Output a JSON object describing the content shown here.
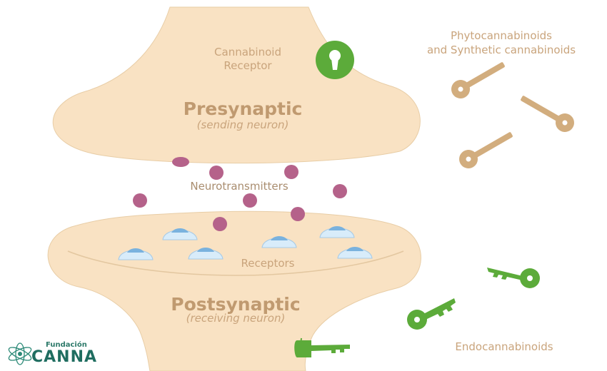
{
  "labels": {
    "cannabinoid_receptor": [
      "Cannabinoid",
      "Receptor"
    ],
    "phytocannabinoids": [
      "Phytocannabinoids",
      "and Synthetic cannabinoids"
    ],
    "presynaptic_title": "Presynaptic",
    "presynaptic_subtitle": "(sending neuron)",
    "neurotransmitters": "Neurotransmitters",
    "receptors": "Receptors",
    "postsynaptic_title": "Postsynaptic",
    "postsynaptic_subtitle": "(receiving neuron)",
    "endocannabinoids": "Endocannabinoids"
  },
  "logo": {
    "line1": "Fundación",
    "line2": "CANNA"
  },
  "colors": {
    "neuron": "#f9e2c3",
    "neuron_outline": "#e5c9a0",
    "label": "#c9a47c",
    "title": "#c09a70",
    "green": "#5cab3a",
    "tan_key": "#d2ad7e",
    "neurotransmitter": "#b5628a",
    "receptor_outer": "#d8ecfa",
    "receptor_inner": "#7ab2de",
    "logo": "#1f6d60"
  },
  "icons": {
    "receptor_lock": "keyhole-lock-icon",
    "phyto_keys": "tan-key-icon",
    "endo_keys": "green-key-icon",
    "neurotransmitters": "purple-dot",
    "receptors": "blue-dome-receptor"
  }
}
